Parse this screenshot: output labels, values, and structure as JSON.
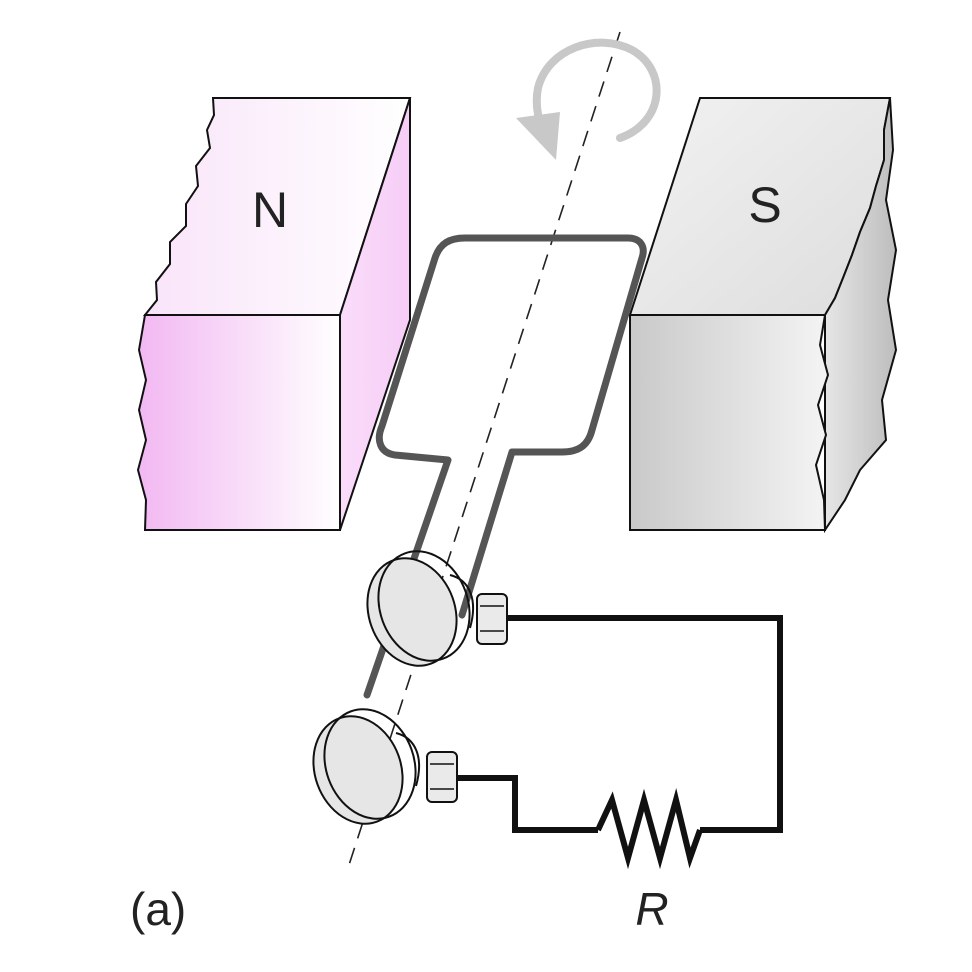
{
  "labels": {
    "north_pole": "N",
    "south_pole": "S",
    "resistor": "R",
    "panel": "(a)"
  },
  "colors": {
    "north_magnet": "#f4c8f4",
    "south_magnet": "#d9d9d9",
    "coil": "#555555",
    "circuit_wire": "#111111",
    "rotation_arrow": "#c8c8c8"
  },
  "icons": {
    "rotation": "circular-arrow-icon",
    "slip_ring": "slip-ring-icon",
    "terminal": "brush-terminal-icon",
    "resistor": "zigzag-resistor-icon"
  }
}
